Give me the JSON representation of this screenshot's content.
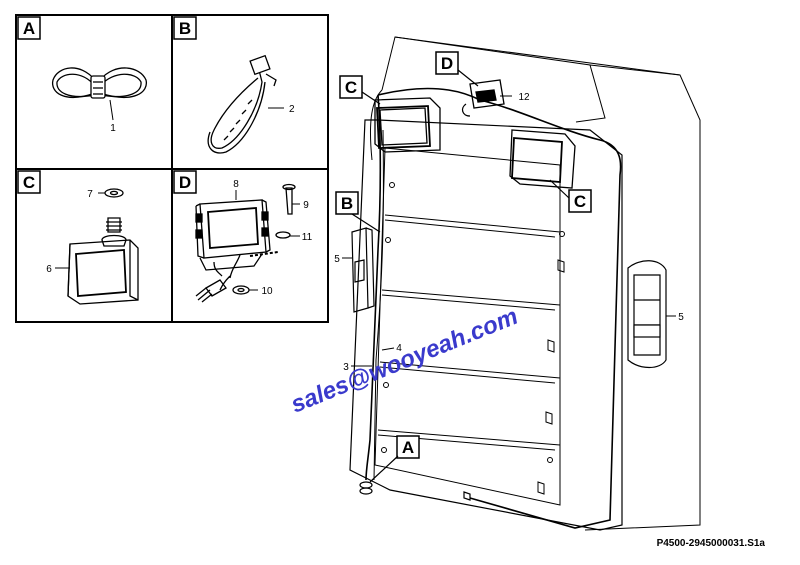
{
  "panels": {
    "A": {
      "letter": "A",
      "callout": "1",
      "part": "cable-tie-pair"
    },
    "B": {
      "letter": "B",
      "callout": "2",
      "part": "cable-tie"
    },
    "C": {
      "letter": "C",
      "callouts": [
        "7",
        "6"
      ],
      "part": "work-lamp"
    },
    "D": {
      "letter": "D",
      "callouts": [
        "8",
        "9",
        "11",
        "10"
      ],
      "part": "rear-camera"
    }
  },
  "assembly": {
    "box_labels": {
      "C_top_left": "C",
      "D_top": "D",
      "C_right": "C",
      "B_left": "B",
      "A_bottom": "A"
    },
    "callouts": {
      "item12": "12",
      "item5_left": "5",
      "item5_right": "5",
      "item3": "3",
      "item4": "4"
    }
  },
  "watermark": "sales@wooyeah.com",
  "footer": {
    "code": "P4500-2945000031.S1a"
  },
  "colors": {
    "line": "#000000",
    "watermark": "#3a3acc",
    "background": "#ffffff"
  }
}
